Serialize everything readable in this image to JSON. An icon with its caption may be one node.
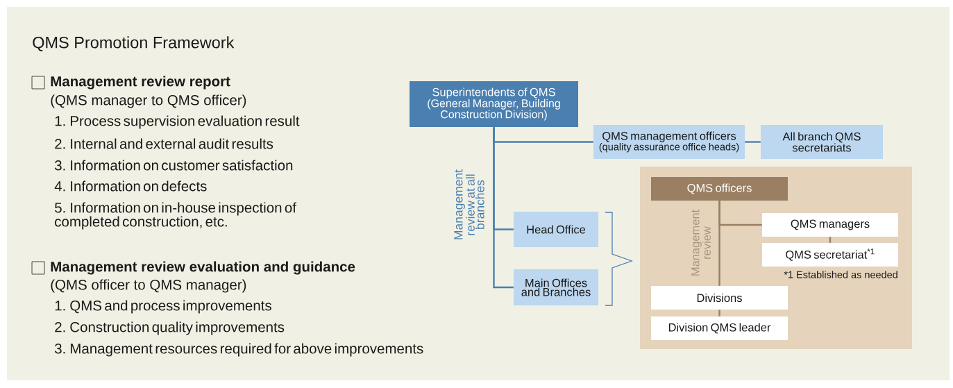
{
  "diagram": {
    "title": "QMS Promotion Framework",
    "nodes": [
      {
        "text": [
          "Superintendents of QMS",
          "(General Manager, Building Construction Division)"
        ]
      },
      {
        "text": [
          "QMS management officers",
          "(quality assurance office heads)"
        ]
      },
      {
        "text": [
          "All branch QMS secretariats"
        ]
      },
      {
        "text": [
          "Head Office"
        ]
      },
      {
        "text": [
          "Main Offices and Branches"
        ]
      },
      {
        "text": [],
        "shape": "box"
      },
      {
        "text": [
          "QMS officers"
        ],
        "in": 5
      },
      {
        "text": [
          "QMS managers"
        ],
        "in": 5
      },
      {
        "text": [
          "QMS secretariat$^{*1}$"
        ],
        "in": 5,
        "beside": [
          "*1 Established as needed"
        ]
      },
      {
        "text": [
          "Divisions"
        ],
        "in": 5
      },
      {
        "text": [
          "Division QMS leader"
        ],
        "in": 5
      }
    ],
    "edges": [
      {
        "from": 0,
        "to": 1,
        "arrow": "none"
      },
      {
        "from": 0,
        "to": 3,
        "arrow": "none"
      },
      {
        "from": 0,
        "to": 4,
        "arrow": "none"
      },
      {
        "from": 1,
        "to": 2,
        "arrow": "none"
      },
      {
        "from": 6,
        "to": 7,
        "arrow": "none",
        "color": "#9a8062"
      },
      {
        "from": 6,
        "to": 9,
        "arrow": "none",
        "color": "#9a8062"
      },
      {
        "from": 7,
        "to": 8,
        "arrow": "none",
        "color": "#9a8062"
      },
      {
        "from": 9,
        "to": 10,
        "arrow": "none",
        "color": "#9a8062"
      }
    ],
    "labels": [
      "Management review report",
      "(QMS manager to QMS officer)",
      "1. Process supervision evaluation result",
      "2. Internal and external audit results",
      "3. Information on customer satisfaction",
      "4. Information on defects",
      "5. Information on in-house inspection of completed construction, etc.",
      "Management review evaluation and guidance",
      "(QMS officer to QMS manager)",
      "1. QMS and process improvements",
      "2. Construction quality improvements",
      "3. Management resources required for above improvements",
      "Management review at all branches",
      "Management review"
    ]
  }
}
